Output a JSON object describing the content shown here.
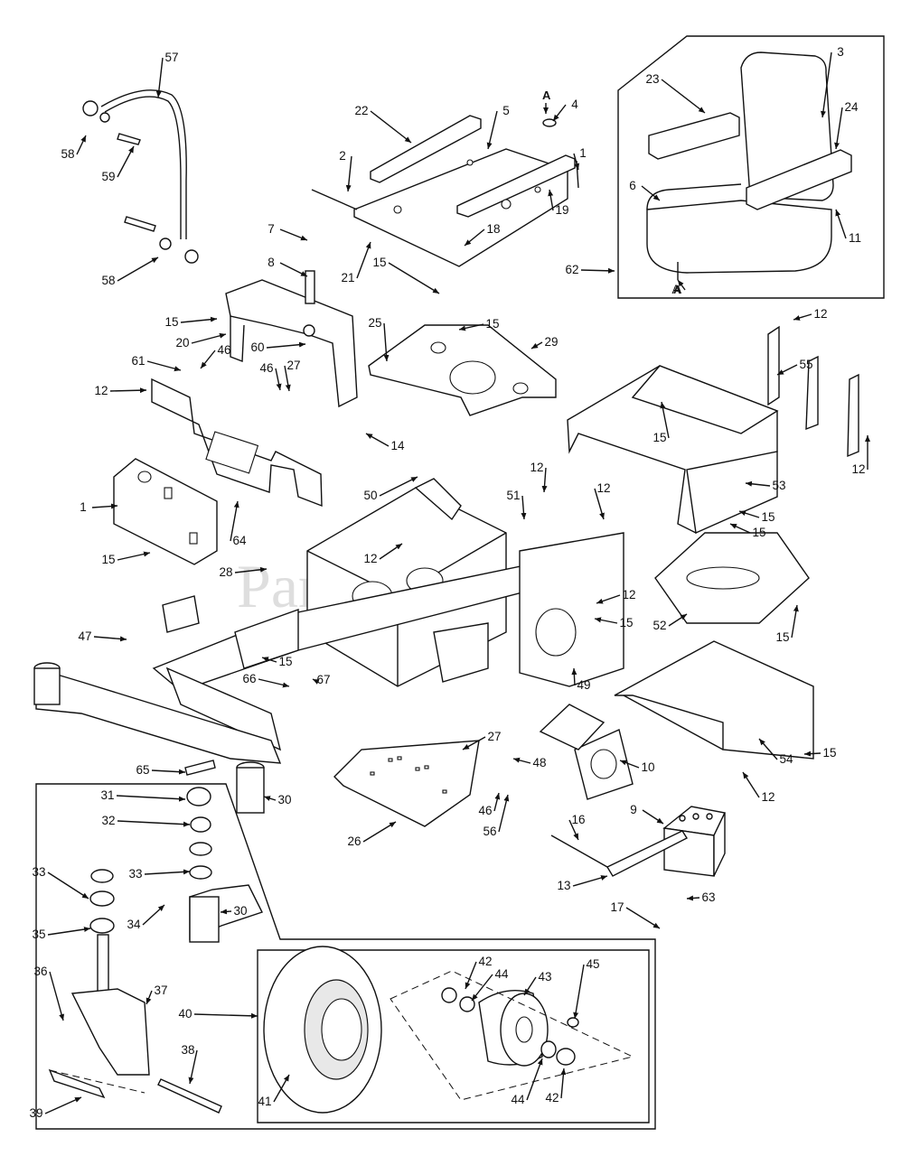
{
  "watermark": "PartsTree",
  "colors": {
    "line": "#111111",
    "paper": "#ffffff",
    "watermark": "#d4d4d4"
  },
  "arrow_markers": [
    "A",
    "A"
  ],
  "callouts": [
    "57",
    "58",
    "59",
    "58",
    "22",
    "5",
    "4",
    "2",
    "1",
    "19",
    "18",
    "21",
    "15",
    "3",
    "23",
    "24",
    "6",
    "11",
    "62",
    "A",
    "7",
    "8",
    "15",
    "20",
    "46",
    "60",
    "61",
    "46",
    "27",
    "25",
    "15",
    "29",
    "12",
    "14",
    "50",
    "12",
    "12",
    "51",
    "12",
    "55",
    "12",
    "15",
    "53",
    "12",
    "1",
    "64",
    "15",
    "28",
    "12",
    "15",
    "15",
    "15",
    "52",
    "15",
    "47",
    "15",
    "66",
    "67",
    "49",
    "27",
    "48",
    "10",
    "54",
    "15",
    "65",
    "30",
    "12",
    "31",
    "32",
    "33",
    "33",
    "34",
    "30",
    "35",
    "36",
    "37",
    "40",
    "42",
    "44",
    "43",
    "45",
    "38",
    "39",
    "41",
    "44",
    "42",
    "26",
    "46",
    "56",
    "16",
    "9",
    "13",
    "63",
    "17"
  ]
}
